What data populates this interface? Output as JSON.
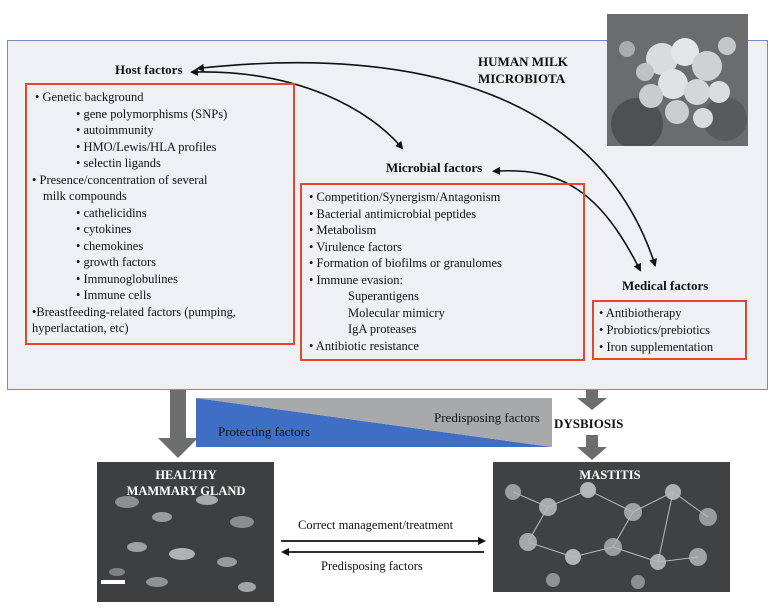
{
  "title": "HUMAN MILK\nMICROBIOTA",
  "host": {
    "heading": "Host factors",
    "items": [
      "•  Genetic background",
      "• gene polymorphisms (SNPs)",
      "• autoimmunity",
      "• HMO/Lewis/HLA profiles",
      "• selectin ligands",
      "• Presence/concentration of several",
      "milk compounds",
      "• cathelicidins",
      "• cytokines",
      "• chemokines",
      "• growth factors",
      "• Immunoglobulines",
      "• Immune cells",
      "•Breastfeeding-related factors (pumping,",
      "hyperlactation, etc)"
    ]
  },
  "microbial": {
    "heading": "Microbial factors",
    "items": [
      "• Competition/Synergism/Antagonism",
      "• Bacterial antimicrobial peptides",
      "• Metabolism",
      "• Virulence factors",
      "• Formation of biofilms or granulomes",
      "• Immune evasion:",
      "Superantigens",
      "Molecular mimicry",
      "IgA proteases",
      "• Antibiotic resistance"
    ]
  },
  "medical": {
    "heading": "Medical factors",
    "items": [
      "• Antibiotherapy",
      "• Probiotics/prebiotics",
      "• Iron supplementation"
    ]
  },
  "gradient": {
    "protecting": "Protecting factors",
    "predisposing": "Predisposing factors"
  },
  "dysbiosis": "DYSBIOSIS",
  "healthy_label": "HEALTHY\nMAMMARY GLAND",
  "mastitis_label": "MASTITIS",
  "arrows": {
    "forward": "Correct management/treatment",
    "backward": "Predisposing factors"
  },
  "colors": {
    "panel_border": "#6f8fc0",
    "red_box": "#e2482f",
    "blue": "#3f6fc4",
    "gray_arrow": "#6b6d6f"
  }
}
